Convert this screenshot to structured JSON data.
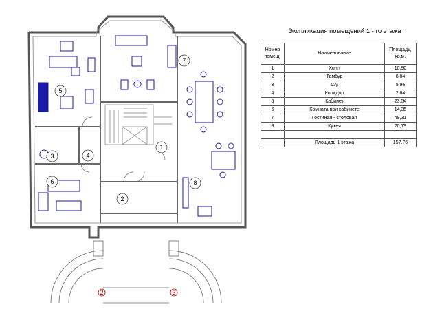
{
  "title": "Экспликация помещений  1 - го этажа :",
  "headers": {
    "num": "Номер помещ.",
    "name": "Наименование",
    "area": "Площадь, кв.м."
  },
  "rooms": [
    {
      "num": "1",
      "name": "Холл",
      "area": "10,90"
    },
    {
      "num": "2",
      "name": "Тамбур",
      "area": "8,84"
    },
    {
      "num": "3",
      "name": "С/у",
      "area": "5,96"
    },
    {
      "num": "4",
      "name": "Коридор",
      "area": "2,64"
    },
    {
      "num": "5",
      "name": "Кабинет",
      "area": "23,54"
    },
    {
      "num": "6",
      "name": "Комната при кабинете",
      "area": "14,35"
    },
    {
      "num": "7",
      "name": "Гостиная - столовая",
      "area": "49,31"
    },
    {
      "num": "8",
      "name": "Кухня",
      "area": "20,79"
    }
  ],
  "total": {
    "name": "Площадь 1 этажа",
    "area": "157.76"
  },
  "plan_labels": {
    "r1": "1",
    "r2": "2",
    "r3": "3",
    "r4": "4",
    "r5": "5",
    "r6": "6",
    "r7": "7",
    "r8": "8",
    "stair_left": "2",
    "stair_right": "3"
  },
  "colors": {
    "walls": "#555555",
    "furniture": "#1a1aa8",
    "markers": "#cc0000"
  }
}
